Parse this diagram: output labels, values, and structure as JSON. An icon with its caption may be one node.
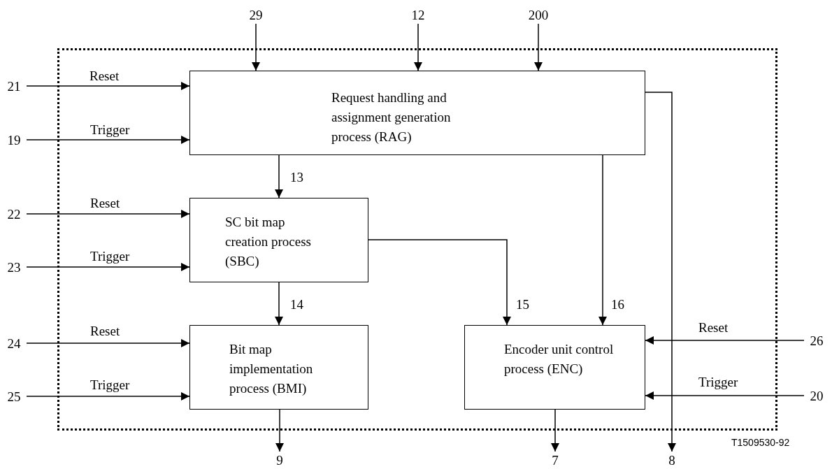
{
  "diagram": {
    "nodes": [
      {
        "text": [],
        "shape": "box"
      },
      {
        "text": [
          "Request handling and assignment generation process (RAG)"
        ],
        "in": 0
      },
      {
        "text": [
          "SC bit map creation process (SBC)"
        ],
        "in": 0
      },
      {
        "text": [
          "Bit map implementation process (BMI)"
        ],
        "in": 0
      },
      {
        "text": [
          "Encoder unit control process (ENC)"
        ],
        "in": 0
      },
      {
        "text": [
          "29"
        ]
      },
      {
        "text": [
          "12"
        ]
      },
      {
        "text": [
          "200"
        ]
      },
      {
        "text": [
          "21"
        ]
      },
      {
        "text": [
          "19"
        ]
      },
      {
        "text": [
          "22"
        ]
      },
      {
        "text": [
          "23"
        ]
      },
      {
        "text": [
          "24"
        ]
      },
      {
        "text": [
          "25"
        ]
      },
      {
        "text": [
          "26"
        ]
      },
      {
        "text": [
          "20"
        ]
      },
      {
        "text": [
          "9"
        ]
      },
      {
        "text": [
          "7"
        ]
      },
      {
        "text": [
          "8"
        ]
      }
    ],
    "edges": [
      {
        "from": 5,
        "to": 1,
        "arrow": "to"
      },
      {
        "from": 6,
        "to": 1,
        "arrow": "to"
      },
      {
        "from": 7,
        "to": 1,
        "arrow": "to"
      },
      {
        "from": 8,
        "to": 1,
        "arrow": "to",
        "label": "Reset"
      },
      {
        "from": 9,
        "to": 1,
        "arrow": "to",
        "label": "Trigger"
      },
      {
        "from": 1,
        "to": 2,
        "arrow": "to",
        "label": "13"
      },
      {
        "from": 10,
        "to": 2,
        "arrow": "to",
        "label": "Reset"
      },
      {
        "from": 11,
        "to": 2,
        "arrow": "to",
        "label": "Trigger"
      },
      {
        "from": 2,
        "to": 3,
        "arrow": "to",
        "label": "14"
      },
      {
        "from": 2,
        "to": 4,
        "arrow": "to",
        "label": "15"
      },
      {
        "from": 1,
        "to": 4,
        "arrow": "to",
        "label": "16"
      },
      {
        "from": 12,
        "to": 3,
        "arrow": "to",
        "label": "Reset"
      },
      {
        "from": 13,
        "to": 3,
        "arrow": "to",
        "label": "Trigger"
      },
      {
        "from": 14,
        "to": 4,
        "arrow": "to",
        "label": "Reset"
      },
      {
        "from": 15,
        "to": 4,
        "arrow": "to",
        "label": "Trigger"
      },
      {
        "from": 3,
        "to": 16,
        "arrow": "to"
      },
      {
        "from": 4,
        "to": 17,
        "arrow": "to"
      },
      {
        "from": 1,
        "to": 18,
        "arrow": "to"
      }
    ],
    "labels": [
      "T1509530-92"
    ]
  }
}
